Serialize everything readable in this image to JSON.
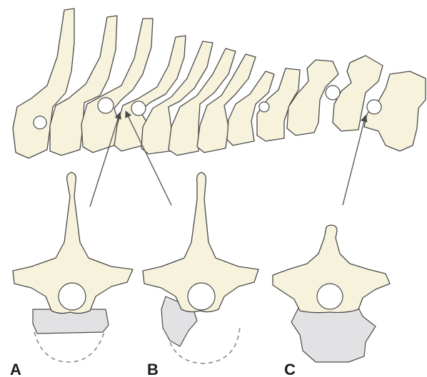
{
  "labels": {
    "a": "A",
    "b": "B",
    "c": "C"
  },
  "colors": {
    "bone_fill": "#f6f2dc",
    "body_shade": "#e2e2e4",
    "outline": "#4a4a4a"
  }
}
